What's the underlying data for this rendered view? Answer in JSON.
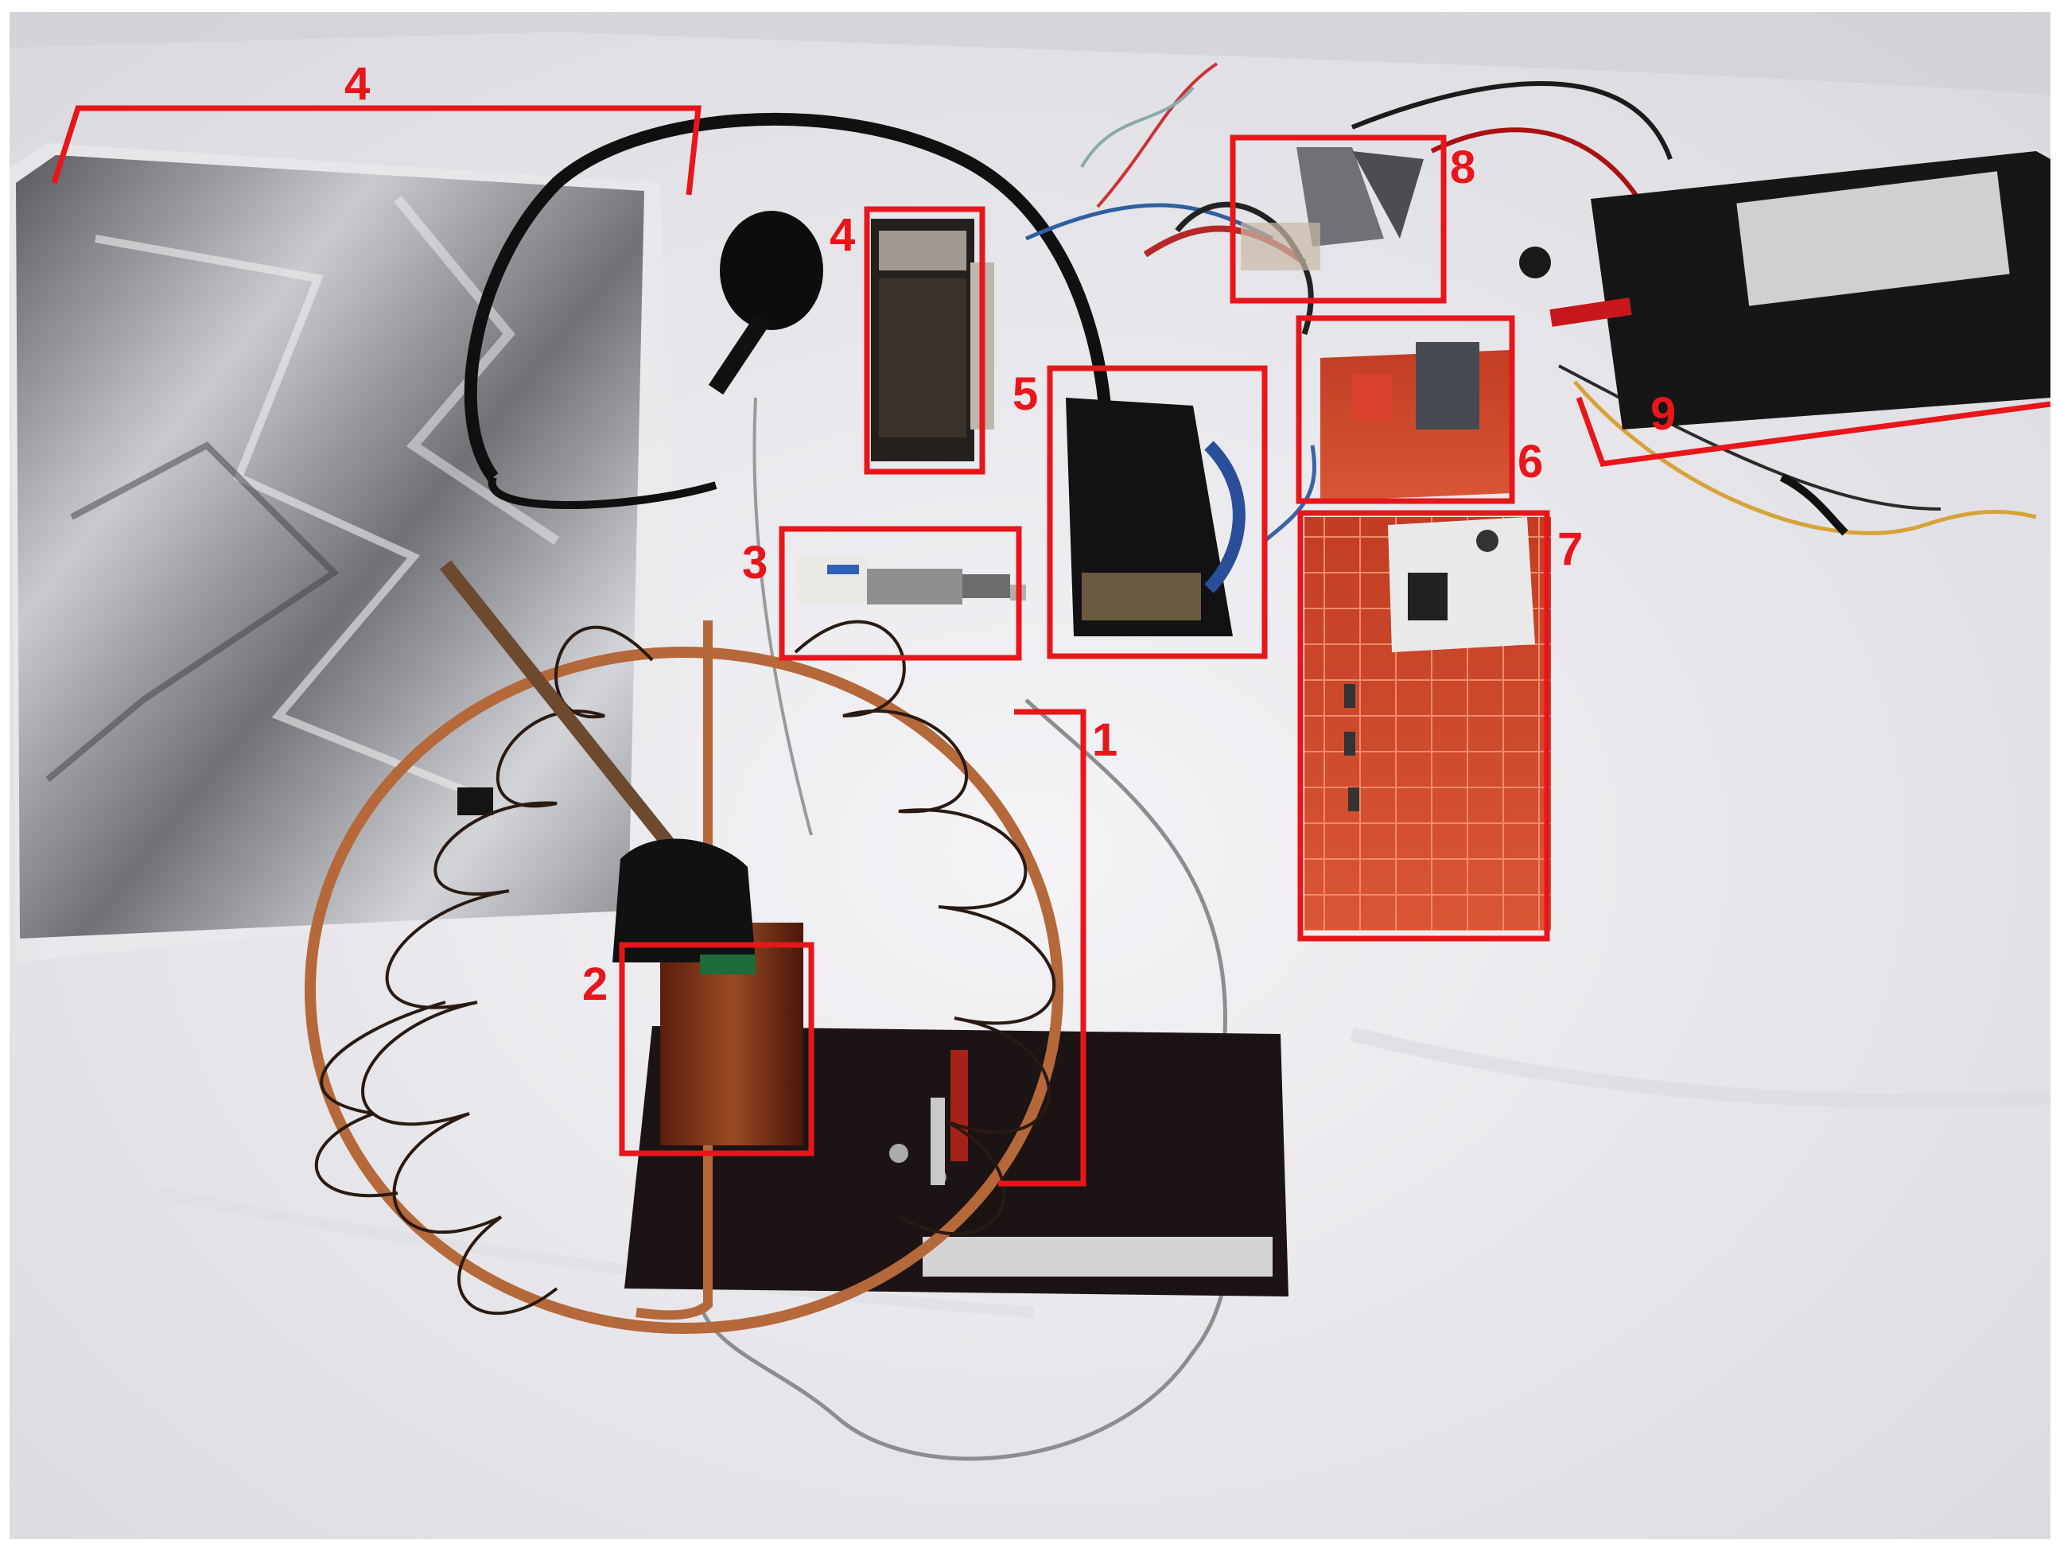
{
  "image": {
    "alt": "Photograph of a homemade high-voltage experimental setup on a white cloth, with components outlined and numbered in red",
    "background_color": "#eeedf0",
    "annotation_color": "#e8161b"
  },
  "annotations": [
    {
      "number": "1",
      "shape": "bracket"
    },
    {
      "number": "2",
      "shape": "box"
    },
    {
      "number": "3",
      "shape": "box"
    },
    {
      "number": "4",
      "shape": "bracket"
    },
    {
      "number": "4",
      "shape": "box"
    },
    {
      "number": "5",
      "shape": "box"
    },
    {
      "number": "6",
      "shape": "box"
    },
    {
      "number": "7",
      "shape": "box"
    },
    {
      "number": "8",
      "shape": "box"
    },
    {
      "number": "9",
      "shape": "bracket"
    }
  ]
}
